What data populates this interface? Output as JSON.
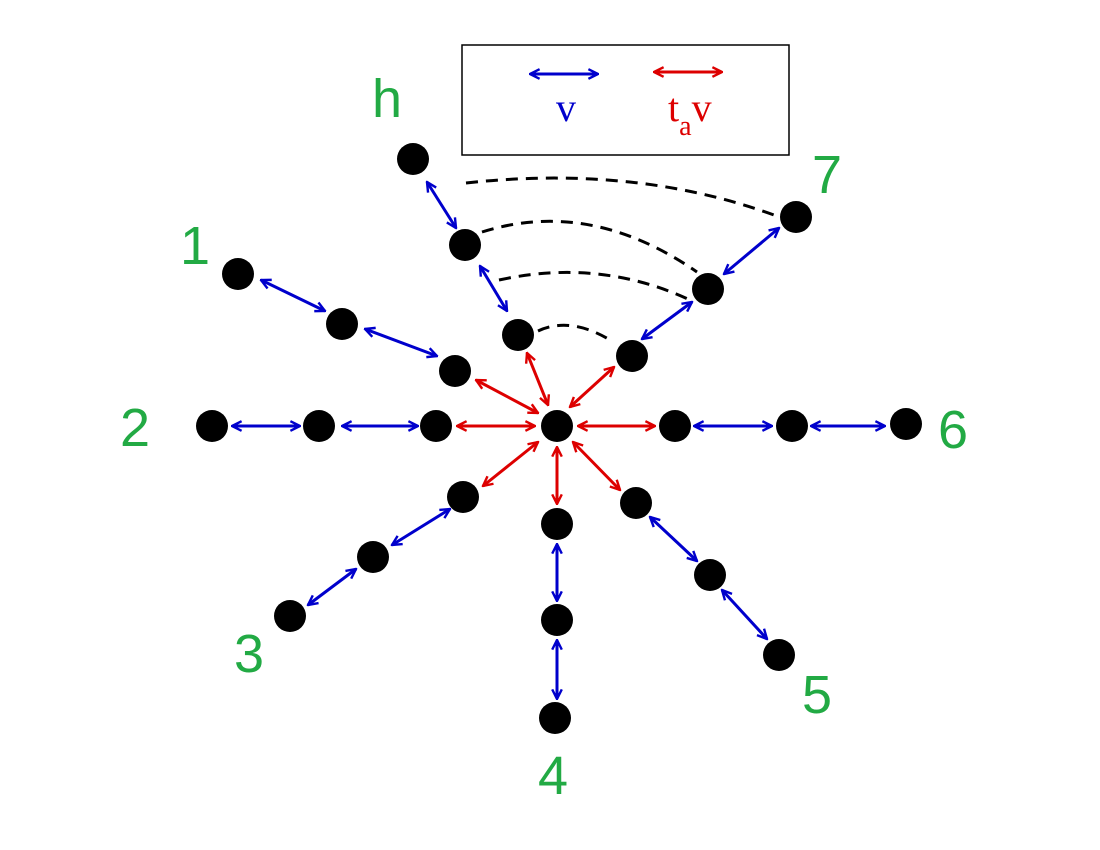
{
  "colors": {
    "hop_v": "#0000cc",
    "hop_tav": "#dd0000",
    "node": "#000000",
    "label": "#22aa44",
    "dashed": "#000000",
    "legend_border": "#000000"
  },
  "legend": {
    "v_label": "v",
    "tav_t": "t",
    "tav_sub": "a",
    "tav_v": "v"
  },
  "arms": [
    {
      "label": "h",
      "nodes": 3
    },
    {
      "label": "1",
      "nodes": 3
    },
    {
      "label": "2",
      "nodes": 3
    },
    {
      "label": "3",
      "nodes": 3
    },
    {
      "label": "4",
      "nodes": 3
    },
    {
      "label": "5",
      "nodes": 3
    },
    {
      "label": "6",
      "nodes": 3
    },
    {
      "label": "7",
      "nodes": 3
    }
  ],
  "center_node": 1,
  "dashed_connections": 4
}
